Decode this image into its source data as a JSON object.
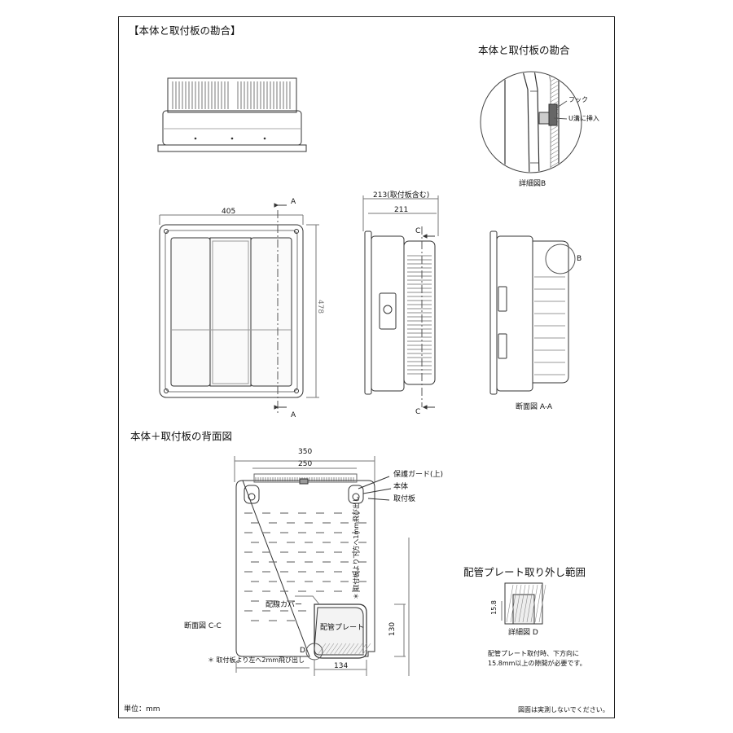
{
  "header": {
    "title": "【本体と取付板の勘合】"
  },
  "detail_b": {
    "title": "本体と取付板の勘合",
    "hook": "フック",
    "insert": "U溝に挿入",
    "caption": "詳細図B"
  },
  "front_view": {
    "width": "405",
    "height": "478",
    "section_mark": "A"
  },
  "side_view": {
    "depth_with_plate": "213(取付板含む)",
    "depth": "211",
    "section_mark": "C"
  },
  "section_aa": {
    "caption": "断面図 A-A",
    "detail_mark": "B"
  },
  "back_view": {
    "title": "本体＋取付板の背面図",
    "width_outer": "350",
    "width_inner": "250",
    "guard": "保護ガード(上)",
    "body": "本体",
    "plate": "取付板",
    "wiring_cover": "配線カバー",
    "pipe_plate": "配管プレート",
    "section_cc": "断面図 C-C",
    "detail_mark": "D",
    "height_130": "130",
    "width_134": "134",
    "note_down": "＊ 取付板より下方へ1mm飛び出し",
    "note_left": "＊ 取付板より左へ2mm飛び出し"
  },
  "pipe_plate_range": {
    "title": "配管プレート取り外し範囲",
    "dim": "15.8",
    "caption": "詳細図 D",
    "note_line1": "配管プレート取付時、下方向に",
    "note_line2": "15.8mm以上の隙間が必要です。"
  },
  "footer": {
    "unit": "単位：mm",
    "disclaimer": "図面は実測しないでください。"
  }
}
